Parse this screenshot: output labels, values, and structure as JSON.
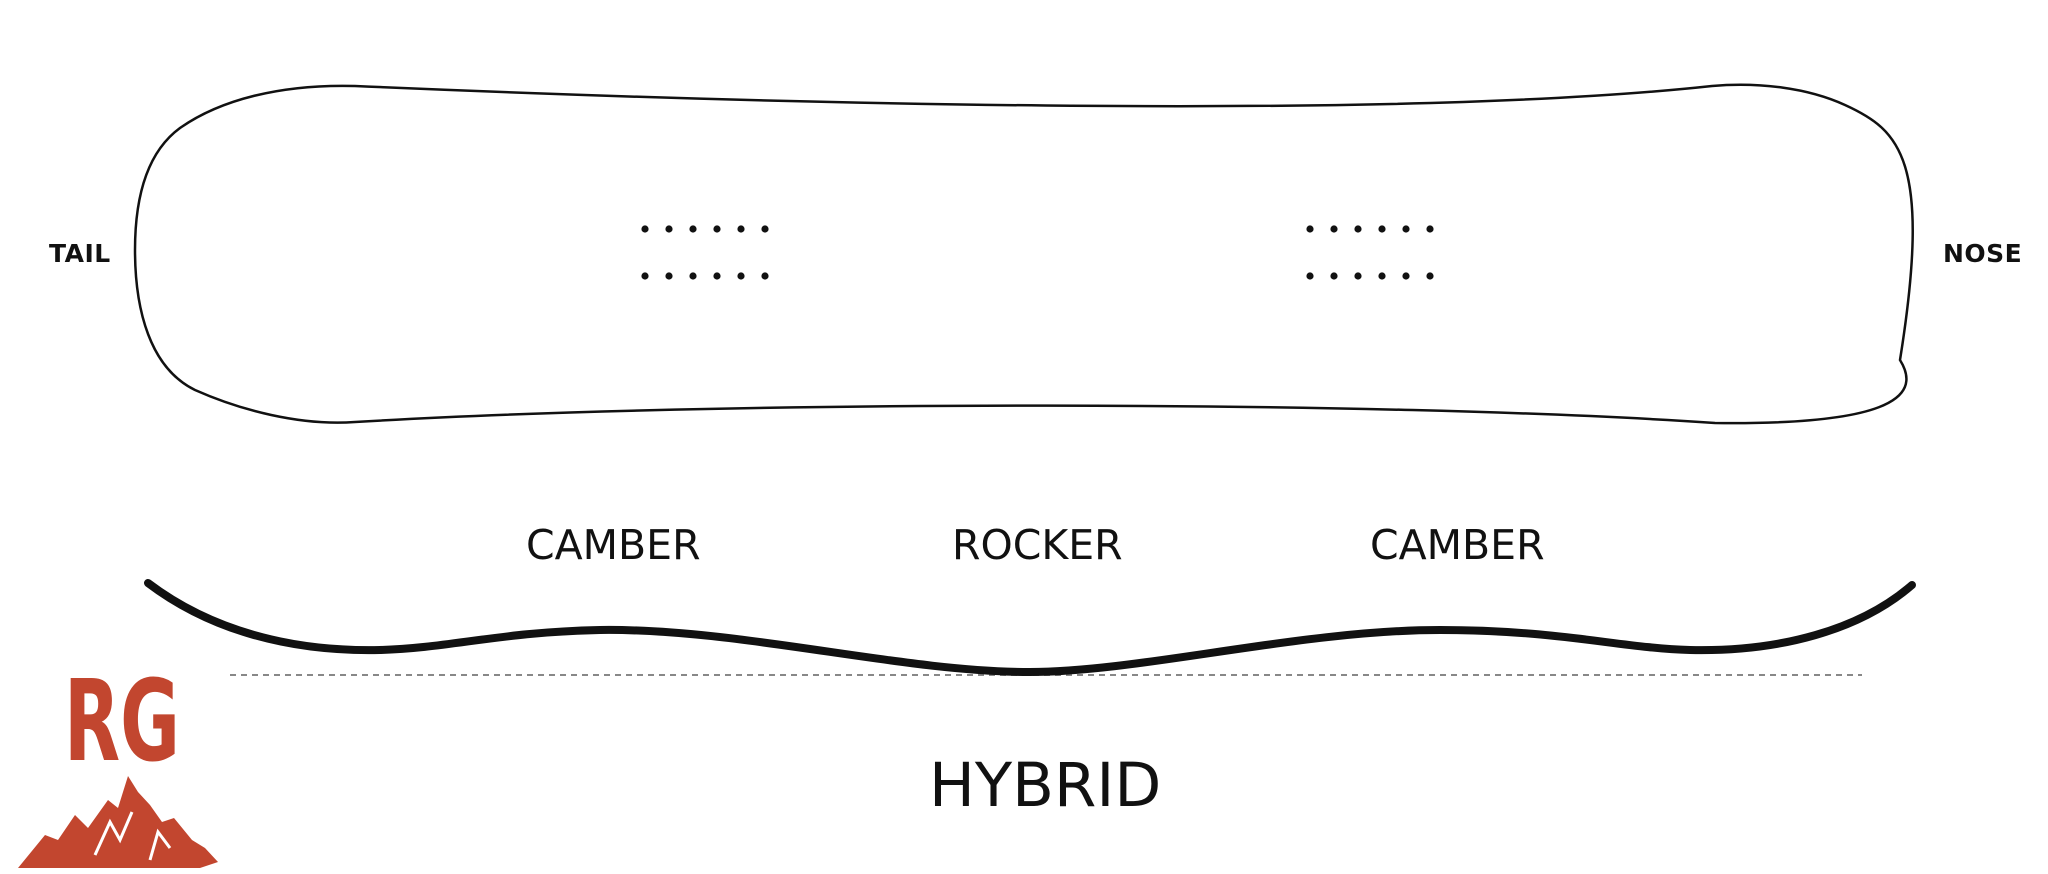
{
  "board": {
    "tail_label": "TAIL",
    "nose_label": "NOSE",
    "insert_pattern": {
      "rows": 2,
      "inserts_per_row": 6,
      "groups": 2
    }
  },
  "profile": {
    "zones": [
      {
        "key": "camber_left",
        "label": "CAMBER"
      },
      {
        "key": "rocker_center",
        "label": "ROCKER"
      },
      {
        "key": "camber_right",
        "label": "CAMBER"
      }
    ],
    "name": "HYBRID"
  },
  "logo": {
    "text": "RG",
    "color": "#c2462f",
    "icon": "mountain-icon"
  },
  "colors": {
    "outline": "#111111",
    "baseline": "#888888",
    "background": "#ffffff"
  }
}
